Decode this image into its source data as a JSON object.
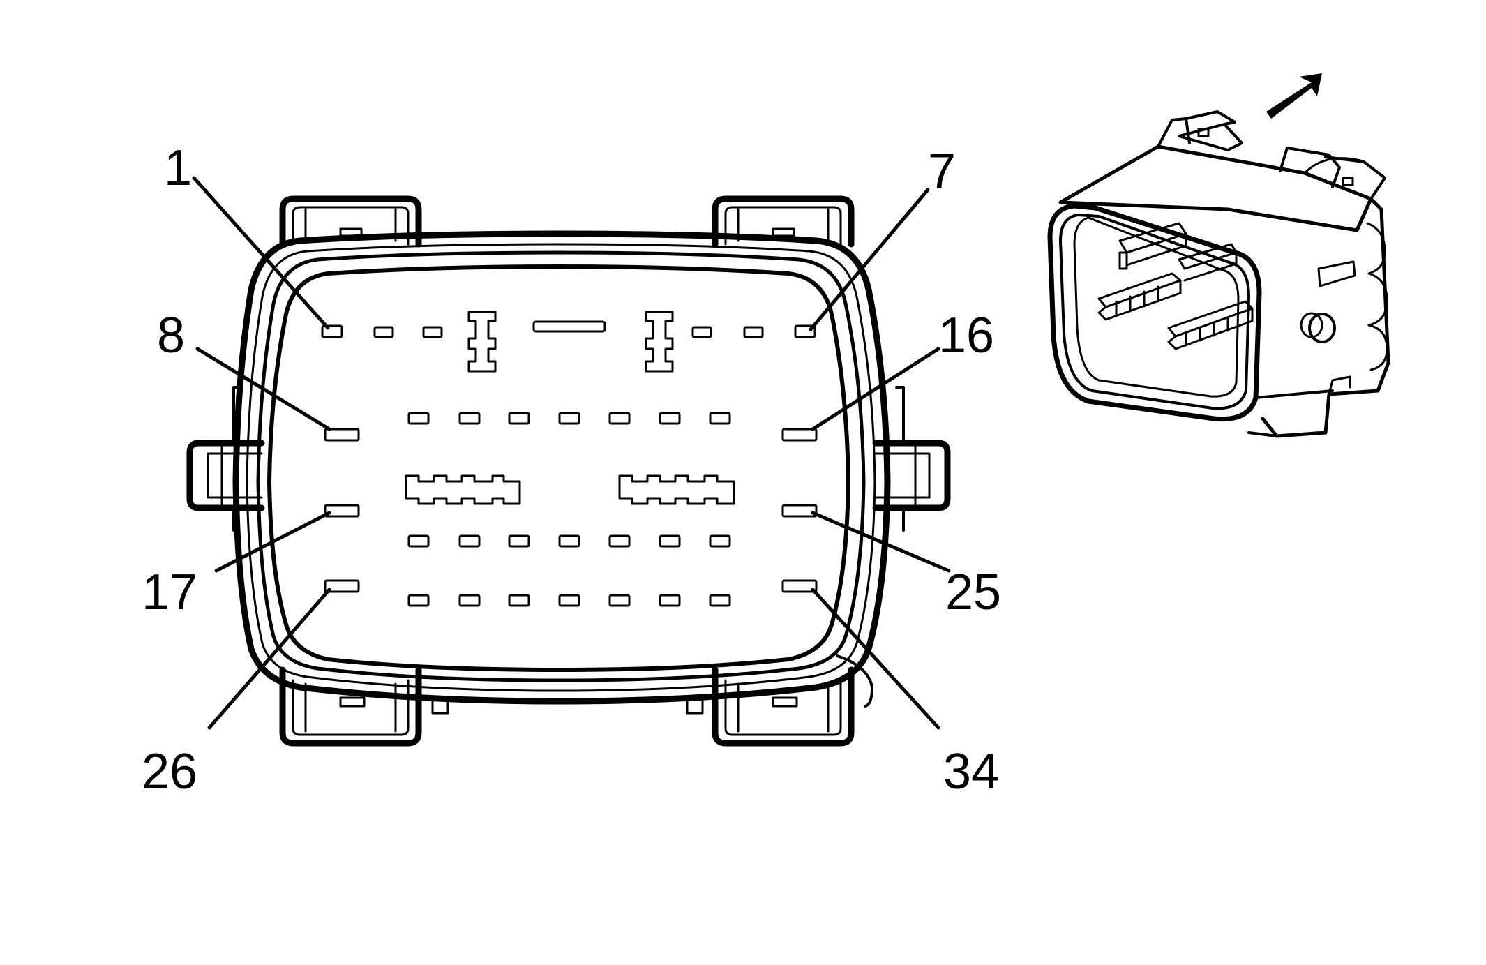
{
  "diagram": {
    "pin_labels": {
      "pin_1": "1",
      "pin_7": "7",
      "pin_8": "8",
      "pin_16": "16",
      "pin_17": "17",
      "pin_25": "25",
      "pin_26": "26",
      "pin_34": "34"
    },
    "stroke_color": "#000000",
    "background_color": "#ffffff",
    "arrow_icon": "arrow-up-right-icon"
  }
}
